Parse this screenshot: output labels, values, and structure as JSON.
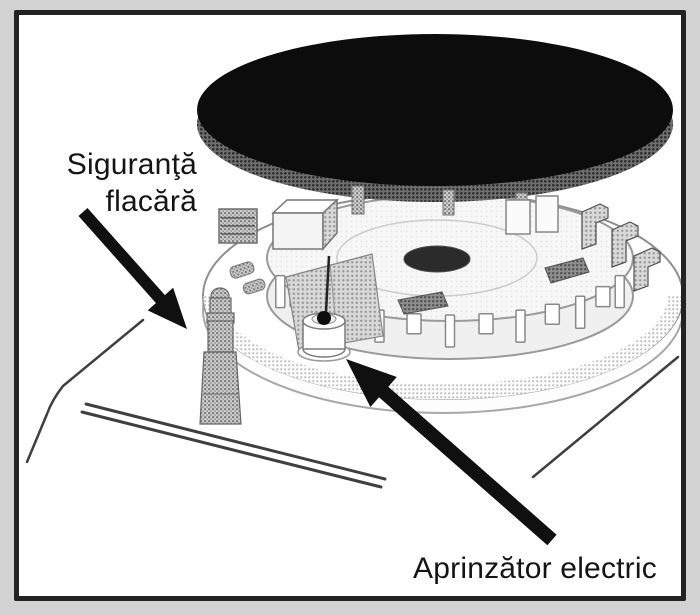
{
  "diagram": {
    "labels": {
      "flame_safety_line1": "Siguranţă",
      "flame_safety_line2": "flacără",
      "electric_igniter": "Aprinzător electric"
    },
    "colors": {
      "page_background": "#d2d2d2",
      "frame_border": "#222222",
      "panel_background": "#ffffff",
      "ink": "#141414",
      "cap_fill": "#0c0c0c",
      "arrow_fill": "#101010"
    }
  }
}
